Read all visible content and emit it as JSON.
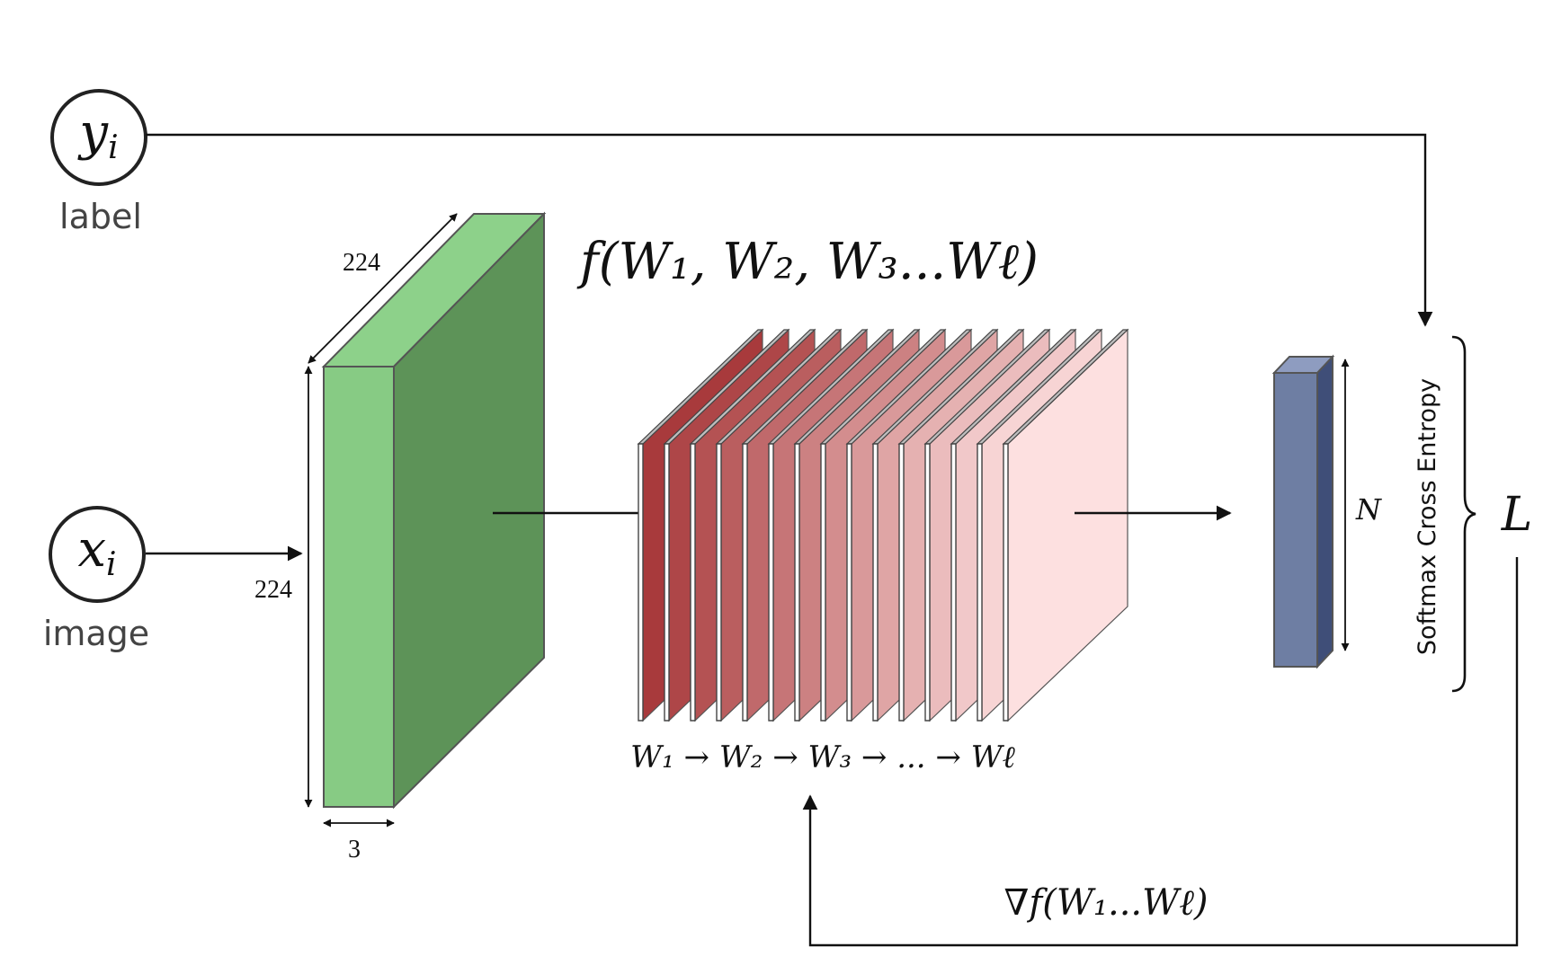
{
  "label_node": {
    "symbol": "y",
    "subscript": "i",
    "caption": "label"
  },
  "image_node": {
    "symbol": "x",
    "subscript": "i",
    "caption": "image"
  },
  "input_block": {
    "depth_label": "224",
    "height_label": "224",
    "channels_label": "3"
  },
  "network": {
    "function_label": "f(W₁, W₂, W₃...Wℓ)",
    "chain_label": "W₁ → W₂ → W₃ → ... → Wℓ",
    "layer_count": 15,
    "colors": {
      "dark": "#a83a3c",
      "light": "#fde0e0",
      "white_edge": "#ffffff"
    }
  },
  "output_vector": {
    "size_label": "N",
    "color_front": "#6e7ea3",
    "color_side": "#3f4e78"
  },
  "loss": {
    "function_label": "Softmax Cross Entropy",
    "symbol": "L"
  },
  "gradient": {
    "label": "∇f(W₁...Wℓ)"
  },
  "colors": {
    "green_front": "#87cb84",
    "green_side": "#5d9358",
    "green_top": "#8dd18a"
  }
}
